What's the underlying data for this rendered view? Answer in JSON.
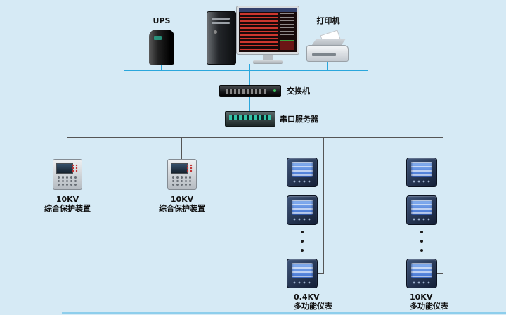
{
  "canvas": {
    "background": "#d6eaf5"
  },
  "labels": {
    "ups": "UPS",
    "printer": "打印机",
    "switch": "交换机",
    "serial_server": "串口服务器"
  },
  "groups": {
    "protection_left": {
      "kv": "10KV",
      "name": "综合保护装置"
    },
    "protection_center": {
      "kv": "10KV",
      "name": "综合保护装置"
    },
    "meters_left": {
      "kv": "0.4KV",
      "name": "多功能仪表"
    },
    "meters_right": {
      "kv": "10KV",
      "name": "多功能仪表"
    }
  },
  "colors": {
    "bus_line": "#2aa7dc",
    "branch_line": "#555555",
    "meter_screen": "#3e6fd0"
  }
}
